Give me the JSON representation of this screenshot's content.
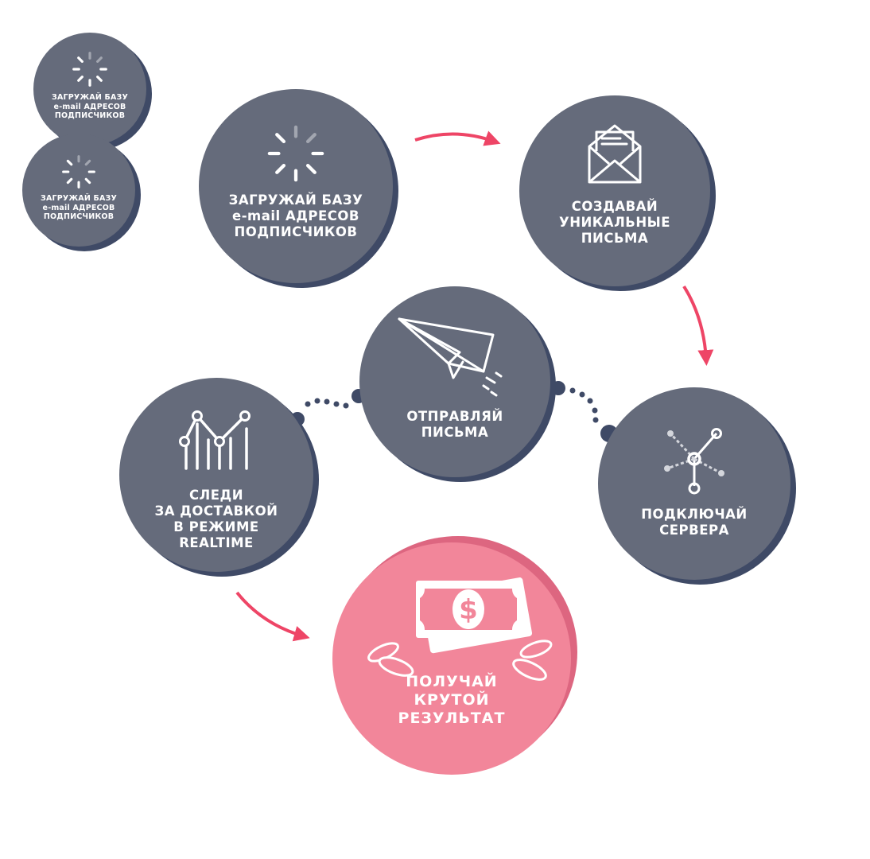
{
  "circles": {
    "mini1": [
      "Загружай базу",
      "e-mail",
      "адресов",
      "подписчиков"
    ],
    "mini2": [
      "Загружай базу",
      "e-mail",
      "адресов",
      "подписчиков"
    ],
    "upload": [
      "Загружай базу",
      "e-mail",
      "адресов",
      "подписчиков"
    ],
    "create": [
      "Создавай",
      "уникальные",
      "письма"
    ],
    "send": [
      "Отправляй",
      "письма"
    ],
    "connect": [
      "Подключай",
      "сервера"
    ],
    "track": [
      "Следи",
      "за доставкой",
      "в режиме",
      "realtime"
    ],
    "result": [
      "Получай",
      "крутой",
      "результат"
    ]
  },
  "icons": {
    "upload": "spinner-icon",
    "create": "envelope-letter-icon",
    "send": "paper-plane-icon",
    "connect": "server-network-icon",
    "track": "line-chart-icon",
    "result": "money-coins-icon"
  },
  "colors": {
    "circle": "#656b7b",
    "circle_shadow": "#3f4a66",
    "result_circle": "#f2869a",
    "result_shadow": "#dd6680",
    "arrow": "#ee4566",
    "dots": "#3f4a66"
  }
}
